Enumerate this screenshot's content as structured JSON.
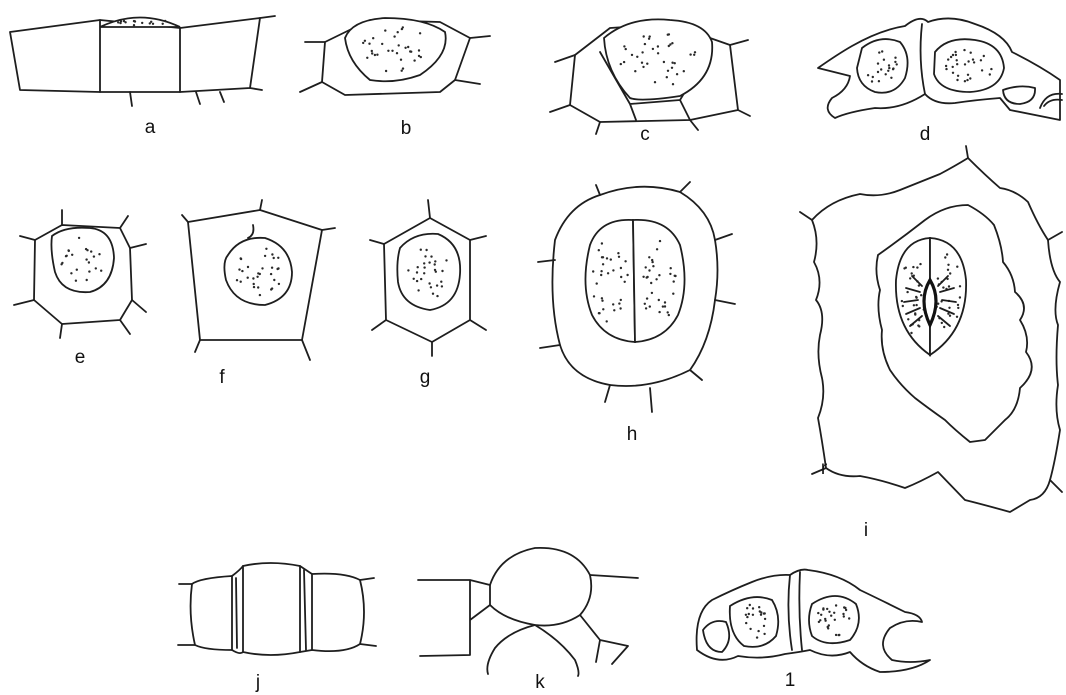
{
  "figure": {
    "panels": [
      {
        "key": "a",
        "label": "a"
      },
      {
        "key": "b",
        "label": "b"
      },
      {
        "key": "c",
        "label": "c"
      },
      {
        "key": "d",
        "label": "d"
      },
      {
        "key": "e",
        "label": "e"
      },
      {
        "key": "f",
        "label": "f"
      },
      {
        "key": "g",
        "label": "g"
      },
      {
        "key": "h",
        "label": "h"
      },
      {
        "key": "i",
        "label": "i"
      },
      {
        "key": "r",
        "label": "r"
      },
      {
        "key": "j",
        "label": "j"
      },
      {
        "key": "k",
        "label": "k"
      },
      {
        "key": "l",
        "label": "1"
      }
    ],
    "colors": {
      "ink": "#1e1e1e",
      "paper": "#ffffff"
    }
  }
}
